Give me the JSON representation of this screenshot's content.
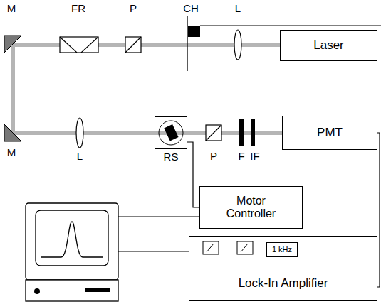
{
  "diagram": {
    "nodes": [
      {
        "text": [
          "Laser"
        ]
      },
      {
        "text": [
          "RS"
        ]
      },
      {
        "text": [
          "PMT"
        ]
      },
      {
        "text": [
          "Motor Controller"
        ]
      },
      {
        "text": [
          "Lock-In Amplifier"
        ]
      },
      {
        "text": [
          "1 kHz"
        ],
        "in": 4
      }
    ],
    "edges": [
      {
        "from": 1,
        "to": 3,
        "arrow": "none"
      },
      {
        "from": 2,
        "to": 4,
        "arrow": "none"
      }
    ],
    "labels": [
      "M",
      "FR",
      "P",
      "CH",
      "L",
      "M",
      "L",
      "P",
      "F",
      "IF"
    ]
  }
}
